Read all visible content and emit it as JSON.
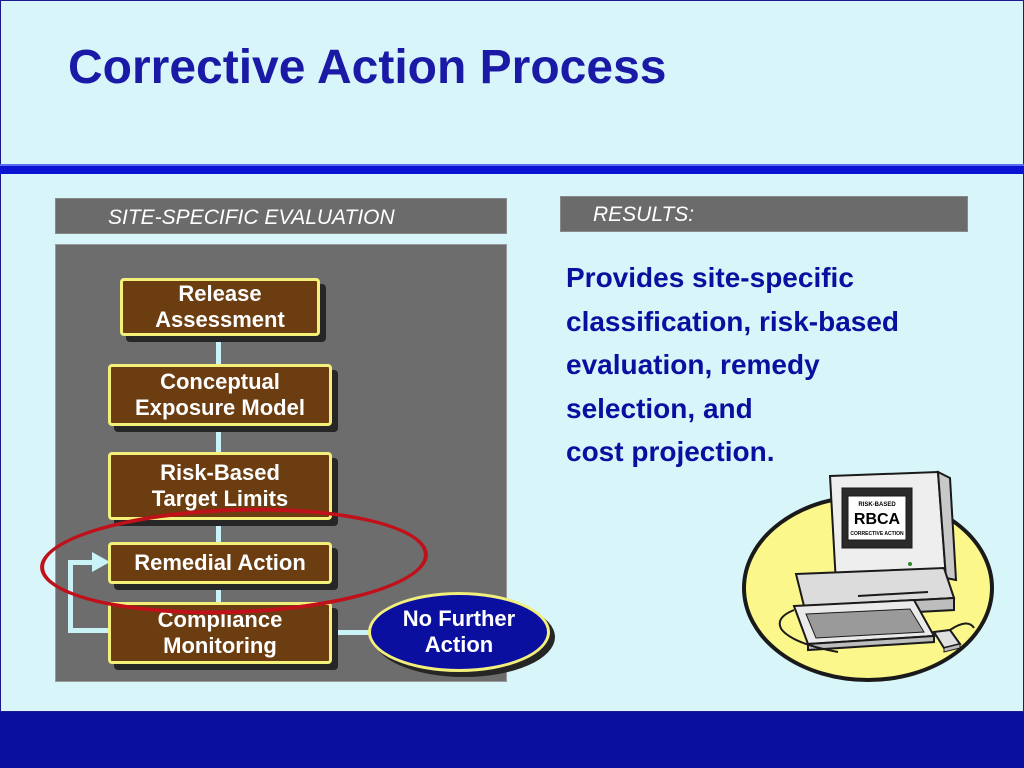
{
  "title": "Corrective Action Process",
  "left_panel": {
    "header": "SITE-SPECIFIC EVALUATION",
    "steps": [
      {
        "line1": "Release",
        "line2": "Assessment"
      },
      {
        "line1": "Conceptual",
        "line2": "Exposure Model"
      },
      {
        "line1": "Risk-Based",
        "line2": "Target Limits"
      },
      {
        "line1": "Remedial Action",
        "line2": ""
      },
      {
        "line1": "Compliance",
        "line2": "Monitoring"
      }
    ],
    "terminal": {
      "line1": "No Further",
      "line2": "Action"
    }
  },
  "right_panel": {
    "header": "RESULTS:",
    "lines": [
      "Provides site-specific",
      "classification, risk-based",
      "evaluation, remedy",
      "selection, and",
      "cost projection."
    ]
  },
  "computer_screen": {
    "line1": "RISK-BASED",
    "line2": "RBCA",
    "line3": "CORRECTIVE ACTION"
  },
  "colors": {
    "background": "#d8f6f9",
    "title": "#1a1aa6",
    "step_fill": "#6b3d10",
    "step_border": "#f2f07a",
    "terminal_fill": "#0a0fa0",
    "highlight": "#c0101a",
    "results_text": "#0a0fa0"
  }
}
